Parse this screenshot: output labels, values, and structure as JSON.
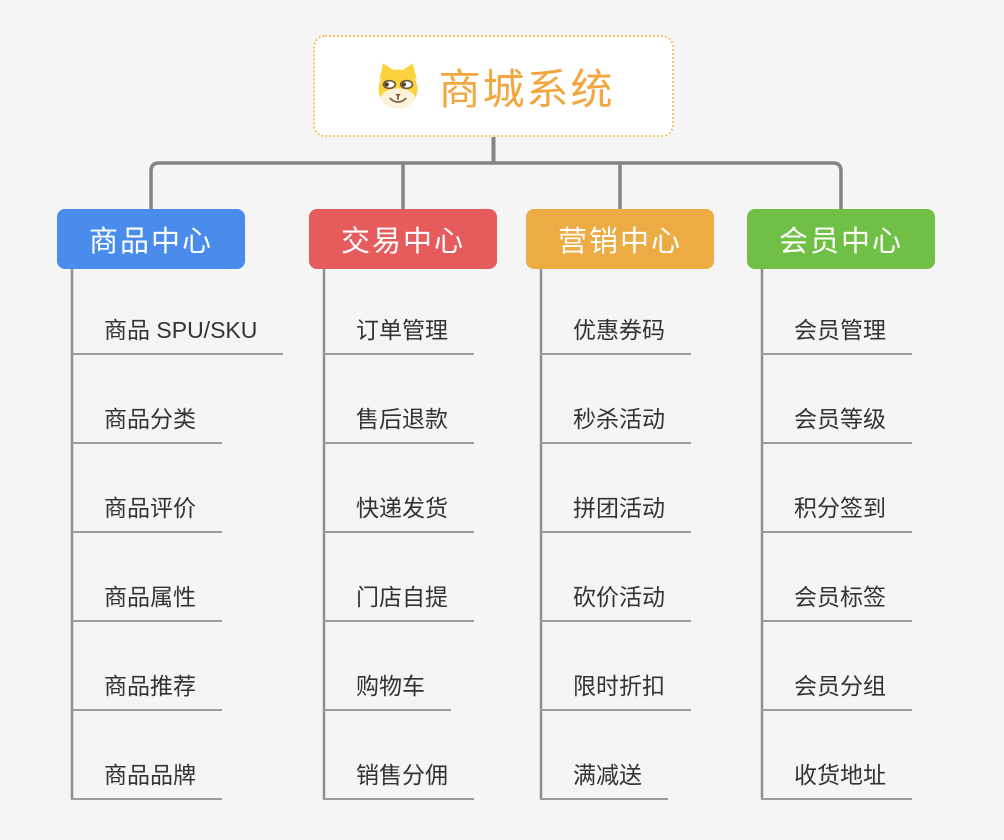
{
  "root": {
    "title": "商城系统",
    "icon": "doge-face-icon",
    "accent_color": "#f2a63d",
    "border_color": "#f3c169"
  },
  "branches": [
    {
      "id": "product-center",
      "label": "商品中心",
      "color": "#4a8ceb",
      "items": [
        "商品 SPU/SKU",
        "商品分类",
        "商品评价",
        "商品属性",
        "商品推荐",
        "商品品牌"
      ]
    },
    {
      "id": "trade-center",
      "label": "交易中心",
      "color": "#e65c5c",
      "items": [
        "订单管理",
        "售后退款",
        "快递发货",
        "门店自提",
        "购物车",
        "销售分佣"
      ]
    },
    {
      "id": "marketing-center",
      "label": "营销中心",
      "color": "#ecab43",
      "items": [
        "优惠券码",
        "秒杀活动",
        "拼团活动",
        "砍价活动",
        "限时折扣",
        "满减送"
      ]
    },
    {
      "id": "member-center",
      "label": "会员中心",
      "color": "#6fc044",
      "items": [
        "会员管理",
        "会员等级",
        "积分签到",
        "会员标签",
        "会员分组",
        "收货地址"
      ]
    }
  ],
  "connector_color": "#878787",
  "leaf_underline_color": "#9c9c9c",
  "leaf_text_color": "#333333",
  "background_color": "#f4f5f4"
}
